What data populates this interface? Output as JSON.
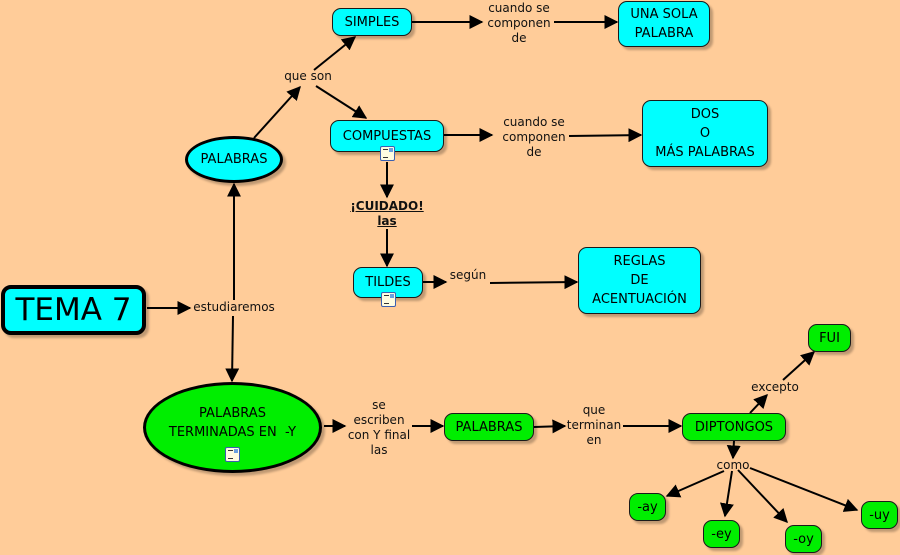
{
  "diagram": {
    "type": "concept-map",
    "background_color": "#FFCC99",
    "nodes": {
      "tema": {
        "text": "TEMA 7",
        "color": "#00FFFF"
      },
      "palabras_oval": {
        "text": "PALABRAS",
        "color": "#00FFFF"
      },
      "simples": {
        "text": "SIMPLES",
        "color": "#00FFFF"
      },
      "compuestas": {
        "text": "COMPUESTAS",
        "color": "#00FFFF",
        "has_note": true
      },
      "una_sola": {
        "lines": [
          "UNA SOLA",
          "PALABRA"
        ],
        "color": "#00FFFF"
      },
      "dos_o_mas": {
        "lines": [
          "DOS",
          "O",
          "MÁS PALABRAS"
        ],
        "color": "#00FFFF"
      },
      "tildes": {
        "text": "TILDES",
        "color": "#00FFFF",
        "has_note": true
      },
      "reglas": {
        "lines": [
          "REGLAS",
          "DE",
          "ACENTUACIÓN"
        ],
        "color": "#00FFFF"
      },
      "terminadas": {
        "lines": [
          "PALABRAS",
          "TERMINADAS EN  -Y"
        ],
        "color": "#00EE00",
        "has_note": true
      },
      "palabras_green": {
        "text": "PALABRAS",
        "color": "#00EE00"
      },
      "diptongos": {
        "text": "DIPTONGOS",
        "color": "#00EE00"
      },
      "fui": {
        "text": "FUI",
        "color": "#00EE00"
      },
      "ay": {
        "text": "-ay",
        "color": "#00EE00"
      },
      "ey": {
        "text": "-ey",
        "color": "#00EE00"
      },
      "oy": {
        "text": "-oy",
        "color": "#00EE00"
      },
      "uy": {
        "text": "-uy",
        "color": "#00EE00"
      }
    },
    "links": {
      "que_son": "que son",
      "cuando1": [
        "cuando se",
        "componen",
        "de"
      ],
      "cuando2": [
        "cuando se",
        "componen",
        "de"
      ],
      "cuidado": [
        "¡CUIDADO!",
        "las"
      ],
      "segun": "según",
      "estudiaremos": "estudiaremos",
      "se_escriben": [
        "se",
        "escriben",
        "con Y final",
        "las"
      ],
      "que_terminan": [
        "que",
        "terminan",
        "en"
      ],
      "excepto": "excepto",
      "como": "como"
    }
  }
}
